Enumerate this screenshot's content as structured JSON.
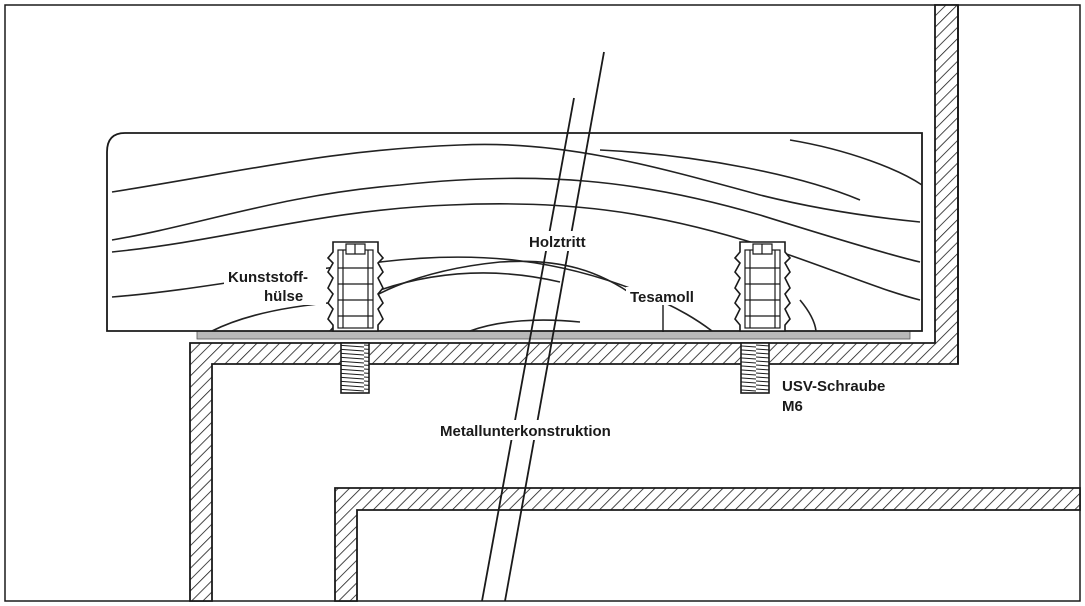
{
  "labels": {
    "holztritt": "Holztritt",
    "kunststoffhuelse_1": "Kunststoff-",
    "kunststoffhuelse_2": "hülse",
    "tesamoll": "Tesamoll",
    "schraube_1": "USV-Schraube",
    "schraube_2": "M6",
    "metallunterkonstruktion": "Metallunterkonstruktion"
  },
  "colors": {
    "line": "#1a1a1a",
    "tape": "#b9b9b9",
    "background": "#ffffff"
  }
}
